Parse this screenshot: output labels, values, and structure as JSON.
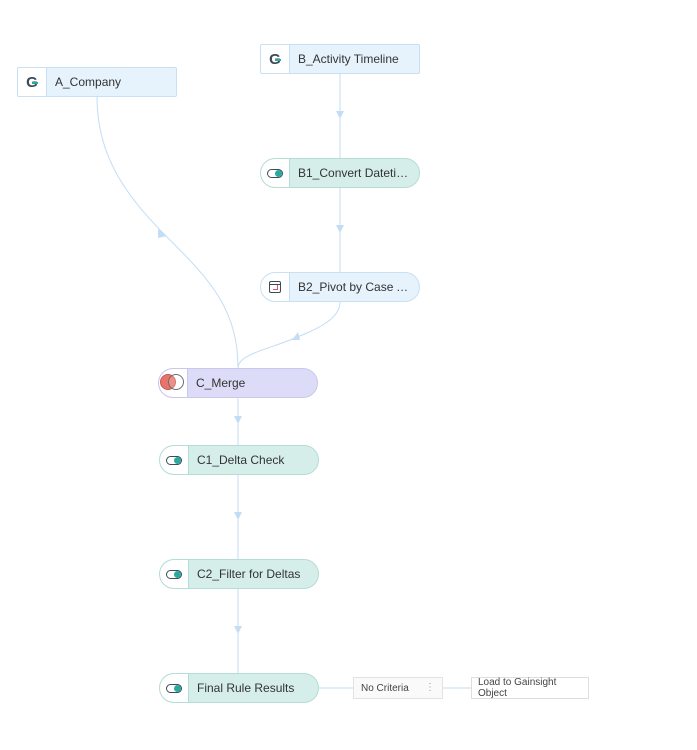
{
  "nodes": {
    "a_company": {
      "label": "A_Company",
      "icon": "gainsight-g-icon"
    },
    "b_activity": {
      "label": "B_Activity Timeline",
      "icon": "gainsight-g-icon"
    },
    "b1_convert": {
      "label": "B1_Convert Datetime t...",
      "icon": "transform-toggle-icon"
    },
    "b2_pivot": {
      "label": "B2_Pivot by Case Asse...",
      "icon": "pivot-table-icon"
    },
    "c_merge": {
      "label": "C_Merge",
      "icon": "merge-venn-icon"
    },
    "c1_delta": {
      "label": "C1_Delta Check",
      "icon": "transform-toggle-icon"
    },
    "c2_filter": {
      "label": "C2_Filter for Deltas",
      "icon": "transform-toggle-icon"
    },
    "final": {
      "label": "Final Rule Results",
      "icon": "transform-toggle-icon"
    }
  },
  "criteria": {
    "label": "No Criteria",
    "menu_glyph": "⋮"
  },
  "action": {
    "label": "Load to Gainsight Object"
  },
  "colors": {
    "edge": "#c3ddf5",
    "source_fill": "#e6f2fc",
    "transform_fill": "#d6eeea",
    "merge_fill": "#dcdcf8",
    "accent": "#2aa9a0"
  }
}
